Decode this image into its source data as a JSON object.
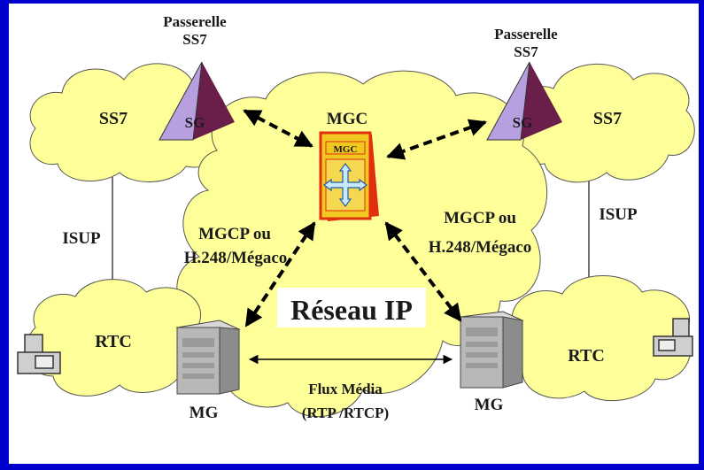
{
  "diagram": {
    "gateway_left": {
      "title_line1": "Passerelle",
      "title_line2": "SS7",
      "tag": "SG"
    },
    "gateway_right": {
      "title_line1": "Passerelle",
      "title_line2": "SS7",
      "tag": "SG"
    },
    "cloud_left_ss7": "SS7",
    "cloud_right_ss7": "SS7",
    "mgc_label": "MGC",
    "mgc_box_label": "MGC",
    "protocol_left_line1": "MGCP ou",
    "protocol_left_line2": "H.248/Mégaco",
    "protocol_right_line1": "MGCP ou",
    "protocol_right_line2": "H.248/Mégaco",
    "isup_left": "ISUP",
    "isup_right": "ISUP",
    "network_label": "Réseau IP",
    "rtc_left": "RTC",
    "rtc_right": "RTC",
    "mg_left": "MG",
    "mg_right": "MG",
    "media_line1": "Flux Média",
    "media_line2": "(RTP /RTCP)",
    "colors": {
      "frame": "#0000cc",
      "cloud": "#ffff99",
      "sg_face": "#b8a0e0",
      "sg_edge": "#6a1e4a",
      "mgc_body": "#f0c820",
      "mgc_frame": "#e03010"
    }
  }
}
